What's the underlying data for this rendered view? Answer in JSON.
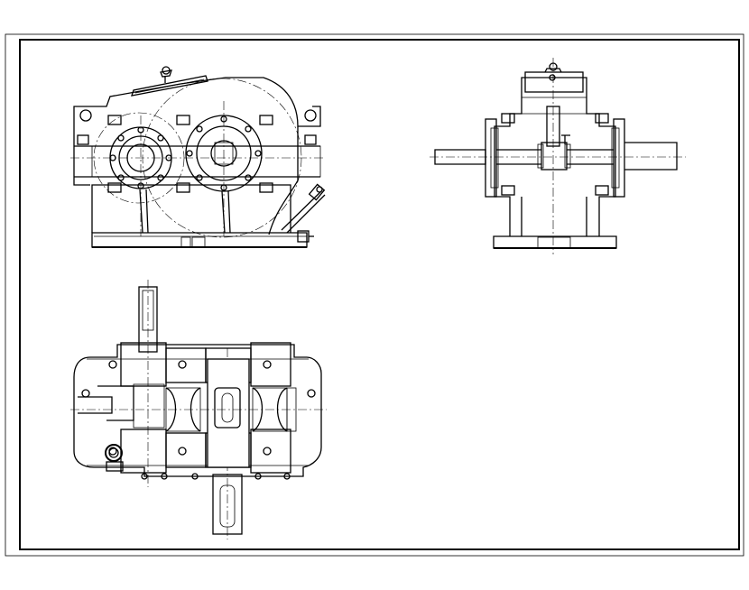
{
  "drawing": {
    "colors": {
      "line": "#000000",
      "paper": "#ffffff"
    },
    "views": [
      "front-view",
      "side-view",
      "top-view"
    ]
  }
}
